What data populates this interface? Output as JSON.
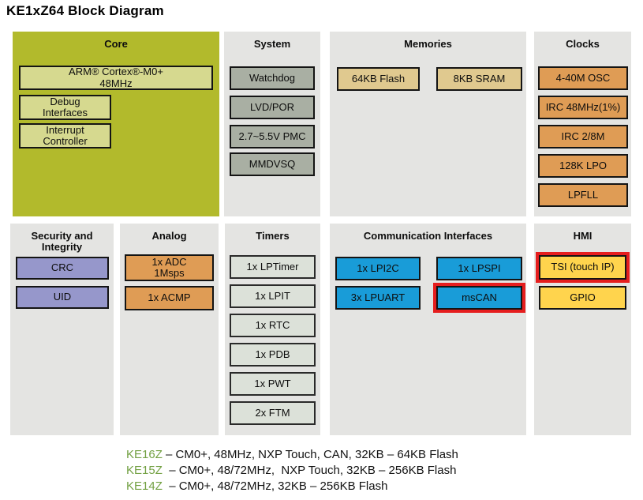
{
  "page_title": "KE1xZ64 Block Diagram",
  "colors": {
    "panel_bg": "#e4e4e2",
    "core_bg": "#b2ba2c",
    "core_box": "#d6d98f",
    "system_box": "#a9afa3",
    "memory_box": "#e0c98f",
    "clock_box": "#df9c55",
    "security_box": "#9697cb",
    "analog_box": "#df9c55",
    "timer_box": "#dce1d9",
    "comm_box": "#199cd8",
    "hmi_box": "#ffd44d",
    "highlight": "#e51e1e",
    "model_green": "#72a042"
  },
  "panels": {
    "core": {
      "title": "Core",
      "boxes": [
        "ARM® Cortex®-M0+\n48MHz",
        "Debug\nInterfaces",
        "Interrupt\nController"
      ]
    },
    "system": {
      "title": "System",
      "boxes": [
        "Watchdog",
        "LVD/POR",
        "2.7~5.5V PMC",
        "MMDVSQ"
      ]
    },
    "memories": {
      "title": "Memories",
      "boxes": [
        "64KB Flash",
        "8KB SRAM"
      ]
    },
    "clocks": {
      "title": "Clocks",
      "boxes": [
        "4-40M OSC",
        "IRC 48MHz(1%)",
        "IRC 2/8M",
        "128K LPO",
        "LPFLL"
      ]
    },
    "security": {
      "title": "Security and\nIntegrity",
      "boxes": [
        "CRC",
        "UID"
      ]
    },
    "analog": {
      "title": "Analog",
      "boxes": [
        "1x ADC\n1Msps",
        "1x ACMP"
      ]
    },
    "timers": {
      "title": "Timers",
      "boxes": [
        "1x LPTimer",
        "1x LPIT",
        "1x RTC",
        "1x PDB",
        "1x PWT",
        "2x FTM"
      ]
    },
    "comm": {
      "title": "Communication Interfaces",
      "boxes": [
        "1x LPI2C",
        "1x LPSPI",
        "3x LPUART",
        "msCAN"
      ]
    },
    "hmi": {
      "title": "HMI",
      "boxes": [
        "TSI (touch IP)",
        "GPIO"
      ]
    }
  },
  "highlighted_blocks": [
    "msCAN",
    "TSI (touch IP)"
  ],
  "footnotes": [
    {
      "model": "KE16Z",
      "desc": " – CM0+, 48MHz, NXP Touch, CAN, 32KB – 64KB Flash"
    },
    {
      "model": "KE15Z",
      "desc": "  – CM0+, 48/72MHz,  NXP Touch, 32KB – 256KB Flash"
    },
    {
      "model": "KE14Z",
      "desc": "  – CM0+, 48/72MHz, 32KB – 256KB Flash"
    }
  ]
}
